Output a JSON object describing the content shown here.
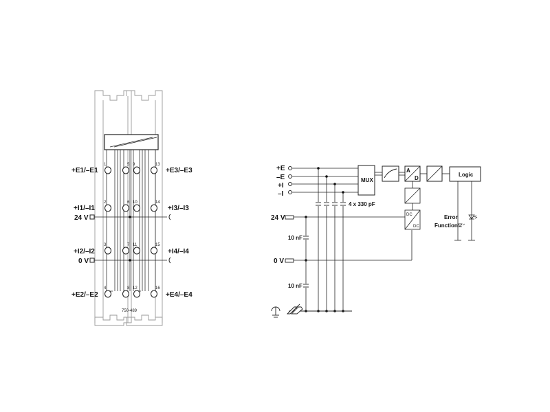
{
  "module": {
    "number": "750-489",
    "terminals": [
      {
        "name": "1"
      },
      {
        "name": "5"
      },
      {
        "name": "9"
      },
      {
        "name": "13"
      },
      {
        "name": "2"
      },
      {
        "name": "6"
      },
      {
        "name": "10"
      },
      {
        "name": "14"
      },
      {
        "name": "3"
      },
      {
        "name": "7"
      },
      {
        "name": "11"
      },
      {
        "name": "15"
      },
      {
        "name": "4"
      },
      {
        "name": "8"
      },
      {
        "name": "12"
      },
      {
        "name": "16"
      }
    ],
    "labels": {
      "e1": "+E1/–E1",
      "i1": "+I1/–I1",
      "v24": "24 V",
      "i2": "+I2/–I2",
      "v0": "0 V",
      "e2": "+E2/–E2",
      "e3": "+E3/–E3",
      "i3": "+I3/–I3",
      "i4": "+I4/–I4",
      "e4": "+E4/–E4"
    }
  },
  "schematic": {
    "inputs": [
      "+E",
      "–E",
      "+I",
      "–I"
    ],
    "cap_group": "4 x 330 pF",
    "v24": "24 V",
    "v0": "0 V",
    "cap1": "10 nF",
    "cap2": "10 nF",
    "mux": "MUX",
    "adc_a": "A",
    "adc_d": "D",
    "dc1": "DC",
    "dc2": "DC",
    "logic": "Logic",
    "error": "Error",
    "function": "Function"
  }
}
